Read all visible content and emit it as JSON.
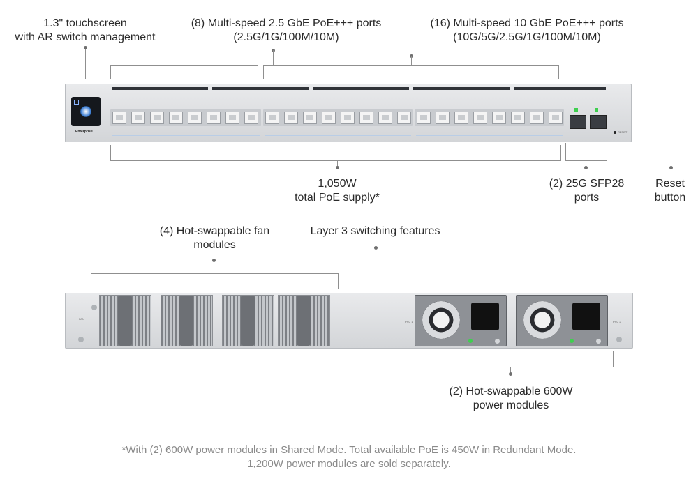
{
  "labels": {
    "touchscreen": [
      "1.3\" touchscreen",
      "with AR switch management"
    ],
    "ports_25": [
      "(8) Multi-speed 2.5 GbE PoE+++ ports",
      "(2.5G/1G/100M/10M)"
    ],
    "ports_10": [
      "(16) Multi-speed 10 GbE PoE+++ ports",
      "(10G/5G/2.5G/1G/100M/10M)"
    ],
    "poe_supply": [
      "1,050W",
      "total PoE supply*"
    ],
    "sfp": [
      "(2) 25G SFP28",
      "ports"
    ],
    "reset": [
      "Reset",
      "button"
    ],
    "fans": [
      "(4) Hot-swappable fan",
      "modules"
    ],
    "layer3": [
      "Layer 3 switching features"
    ],
    "power": [
      "(2) Hot-swappable 600W",
      "power modules"
    ]
  },
  "device": {
    "brand": "Enterprise",
    "reset_text": "RESET",
    "psu1_text": "PSU 1",
    "psu2_text": "PSU 2",
    "fan_text": "FAN"
  },
  "footnote": [
    "*With (2) 600W power modules in Shared Mode. Total available PoE is 450W in Redundant Mode.",
    "1,200W power modules are sold separately."
  ]
}
